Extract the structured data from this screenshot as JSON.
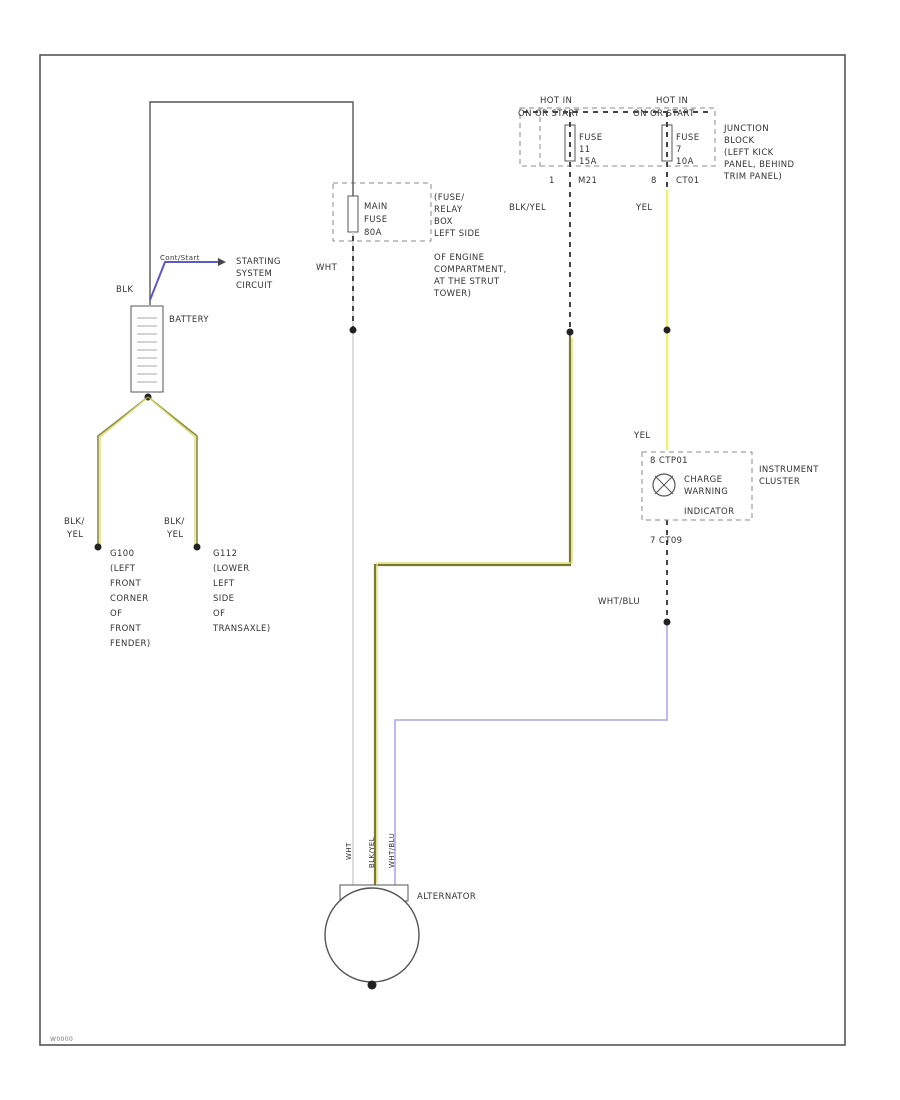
{
  "diagram": {
    "hot_left": [
      "HOT IN",
      "ON OR START"
    ],
    "hot_right": [
      "HOT IN",
      "ON OR START"
    ],
    "fuse_left": [
      "FUSE",
      "11",
      "15A"
    ],
    "fuse_right": [
      "FUSE",
      "7",
      "10A"
    ],
    "junction_block": [
      "JUNCTION",
      "BLOCK",
      "(LEFT KICK",
      "PANEL, BEHIND",
      "TRIM PANEL)"
    ],
    "fuse_left_pin": "1",
    "fuse_left_conn": "M21",
    "fuse_right_pin": "8",
    "fuse_right_conn": "CT01",
    "main_fuse": [
      "MAIN",
      "FUSE",
      "80A"
    ],
    "relay_box": [
      "(FUSE/",
      "RELAY",
      "BOX",
      "LEFT SIDE",
      "OF ENGINE",
      "COMPARTMENT,",
      "AT THE STRUT",
      "TOWER)"
    ],
    "wire_blk_yel": "BLK/YEL",
    "wire_yel_top": "YEL",
    "wire_wht": "WHT",
    "wire_yel_ic": "YEL",
    "starting_from": "Cont/Start",
    "starting": [
      "STARTING",
      "SYSTEM",
      "CIRCUIT"
    ],
    "wire_blk": "BLK",
    "battery": "BATTERY",
    "g1_wire": [
      "BLK/",
      "YEL"
    ],
    "g2_wire": [
      "BLK/",
      "YEL"
    ],
    "g1": [
      "G100",
      "(LEFT",
      "FRONT",
      "CORNER",
      "OF",
      "FRONT",
      "FENDER)"
    ],
    "g2": [
      "G112",
      "(LOWER",
      "LEFT",
      "SIDE",
      "OF",
      "TRANSAXLE)"
    ],
    "ic_top_conn": "8 CTP01",
    "charge_warning": [
      "CHARGE",
      "WARNING",
      "INDICATOR"
    ],
    "instrument_cluster": [
      "INSTRUMENT",
      "CLUSTER"
    ],
    "ic_bottom_conn": "7 CT09",
    "wire_wht_blu": "WHT/BLU",
    "alt_wires": [
      "WHT",
      "BLK/YEL",
      "WHT/BLU"
    ],
    "alternator": "ALTERNATOR",
    "figure_id": "W0000"
  }
}
